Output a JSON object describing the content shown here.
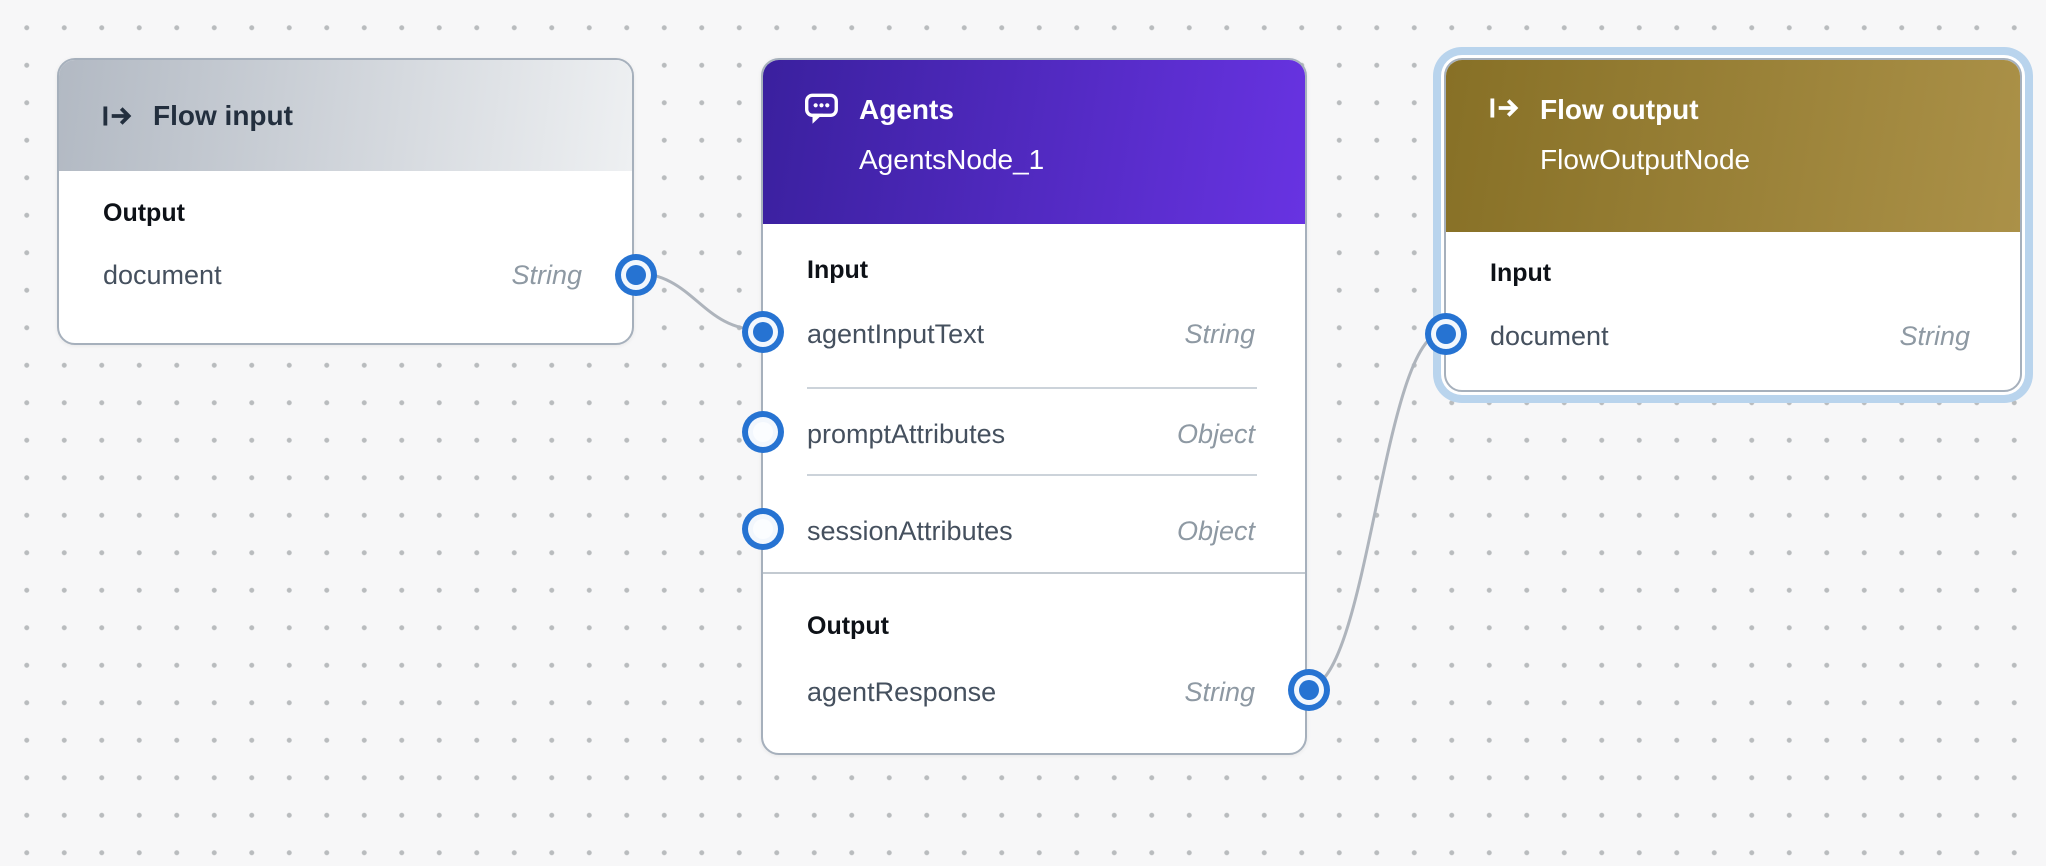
{
  "canvas": {
    "type": "flow-builder-canvas",
    "grid": "dotted"
  },
  "colors": {
    "canvas-bg": "#f7f7f8",
    "dot": "#b9bcbe",
    "flow-input-header-start": "#b2b9c3",
    "flow-input-header-end": "#eef0f2",
    "agents-header-start": "#3a209e",
    "agents-header-end": "#6833e2",
    "flow-output-header-start": "#877026",
    "flow-output-header-end": "#ab9148",
    "node-border": "#a6b0bc",
    "selection": "#b9d4ed",
    "port-blue": "#2673d2",
    "connection": "#aeb4bc",
    "title-dark": "#232f3e",
    "title-light": "#ffffff",
    "section-label": "#0d1117",
    "param-name": "#45505e",
    "param-type": "#8e99a3"
  },
  "nodes": [
    {
      "id": "FlowInputNode",
      "title": "Flow input",
      "icon": "flow-arrow-icon",
      "selected": false,
      "sections": [
        {
          "label": "Output",
          "rows": [
            {
              "name": "document",
              "type": "String",
              "connected": true
            }
          ]
        }
      ]
    },
    {
      "id": "AgentsNode_1",
      "title": "Agents",
      "subtitle": "AgentsNode_1",
      "icon": "chat-bubble-icon",
      "selected": false,
      "sections": [
        {
          "label": "Input",
          "rows": [
            {
              "name": "agentInputText",
              "type": "String",
              "connected": true
            },
            {
              "name": "promptAttributes",
              "type": "Object",
              "connected": false
            },
            {
              "name": "sessionAttributes",
              "type": "Object",
              "connected": false
            }
          ]
        },
        {
          "label": "Output",
          "rows": [
            {
              "name": "agentResponse",
              "type": "String",
              "connected": true
            }
          ]
        }
      ]
    },
    {
      "id": "FlowOutputNode",
      "title": "Flow output",
      "subtitle": "FlowOutputNode",
      "icon": "flow-arrow-icon",
      "selected": true,
      "sections": [
        {
          "label": "Input",
          "rows": [
            {
              "name": "document",
              "type": "String",
              "connected": true
            }
          ]
        }
      ]
    }
  ],
  "connections": [
    {
      "from": "FlowInputNode.document",
      "to": "AgentsNode_1.agentInputText"
    },
    {
      "from": "AgentsNode_1.agentResponse",
      "to": "FlowOutputNode.document"
    }
  ]
}
